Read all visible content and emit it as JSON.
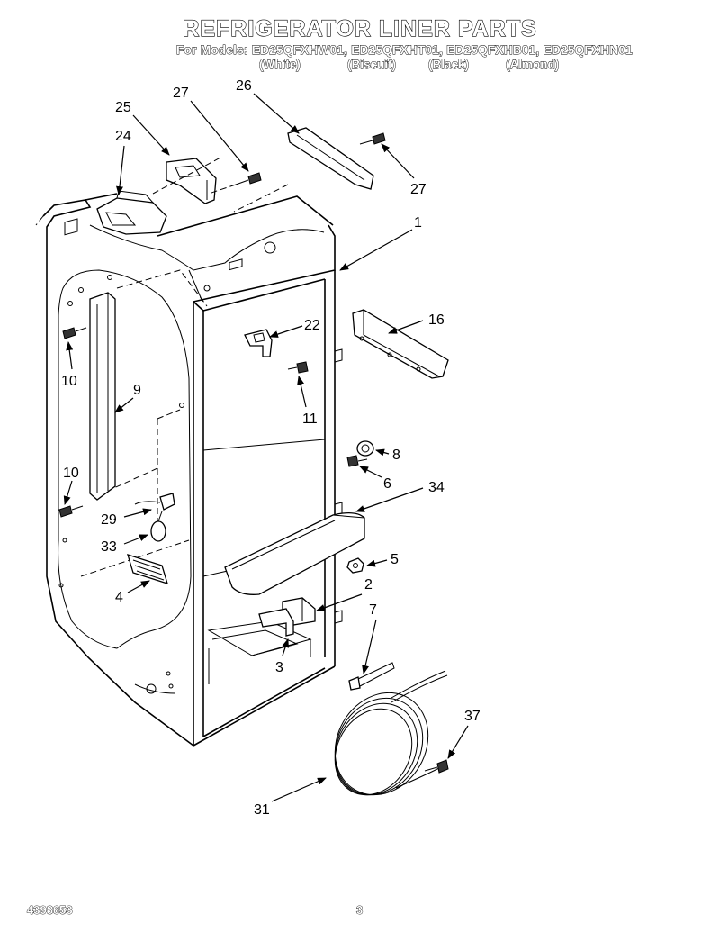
{
  "header": {
    "title": "REFRIGERATOR LINER PARTS",
    "models": "For Models: ED25QFXHW01, ED25QFXHT01, ED25QFXHB01, ED25QFXHN01",
    "colors": [
      "(White)",
      "(Biscuit)",
      "(Black)",
      "(Almond)"
    ]
  },
  "footer": {
    "part_number": "4398653",
    "page": "3"
  },
  "callouts": [
    {
      "id": "c1",
      "text": "1"
    },
    {
      "id": "c2",
      "text": "2"
    },
    {
      "id": "c3",
      "text": "3"
    },
    {
      "id": "c4",
      "text": "4"
    },
    {
      "id": "c5",
      "text": "5"
    },
    {
      "id": "c6",
      "text": "6"
    },
    {
      "id": "c7",
      "text": "7"
    },
    {
      "id": "c8",
      "text": "8"
    },
    {
      "id": "c9",
      "text": "9"
    },
    {
      "id": "c10a",
      "text": "10"
    },
    {
      "id": "c10b",
      "text": "10"
    },
    {
      "id": "c11",
      "text": "11"
    },
    {
      "id": "c16",
      "text": "16"
    },
    {
      "id": "c22",
      "text": "22"
    },
    {
      "id": "c24",
      "text": "24"
    },
    {
      "id": "c25",
      "text": "25"
    },
    {
      "id": "c26",
      "text": "26"
    },
    {
      "id": "c27a",
      "text": "27"
    },
    {
      "id": "c27b",
      "text": "27"
    },
    {
      "id": "c29",
      "text": "29"
    },
    {
      "id": "c31",
      "text": "31"
    },
    {
      "id": "c33",
      "text": "33"
    },
    {
      "id": "c34",
      "text": "34"
    },
    {
      "id": "c37",
      "text": "37"
    }
  ]
}
